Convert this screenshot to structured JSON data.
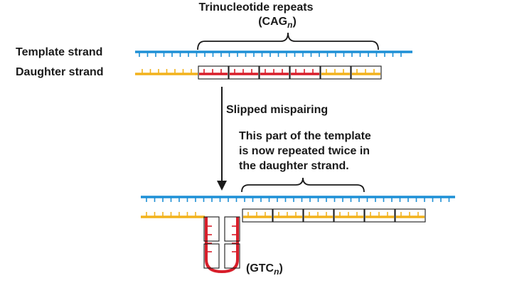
{
  "labels": {
    "top_title": "Trinucleotide repeats",
    "top_formula_base": "(CAG",
    "top_formula_sub": "n",
    "top_formula_end": ")",
    "template_strand": "Template strand",
    "daughter_strand": "Daughter strand",
    "slipped": "Slipped mispairing",
    "note_line1": "This part of the template",
    "note_line2": "is now repeated twice in",
    "note_line3": "the daughter strand.",
    "bottom_formula_base": "(GTC",
    "bottom_formula_sub": "n",
    "bottom_formula_end": ")"
  },
  "colors": {
    "template": "#1e90d6",
    "daughter": "#f2b21c",
    "loop": "#d81e2a",
    "text": "#1a1a1a",
    "arrow": "#1a1a1a"
  }
}
